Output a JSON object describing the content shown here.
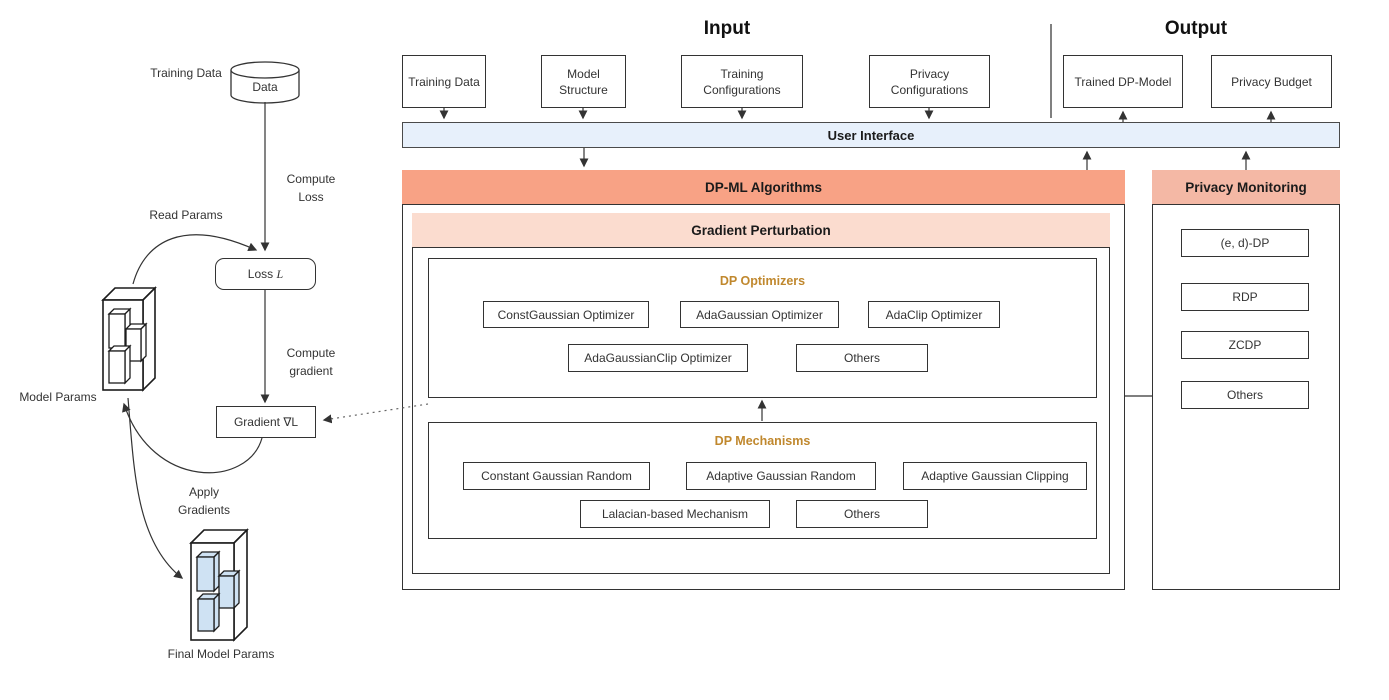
{
  "left_flow": {
    "training_data_label": "Training Data",
    "data_cylinder_label": "Data",
    "compute_loss_label": "Compute Loss",
    "read_params_label": "Read Params",
    "loss_box": {
      "label": "Loss",
      "symbol": "L"
    },
    "compute_gradient_label": "Compute gradient",
    "gradient_box": {
      "label": "Gradient",
      "symbol": "∇L"
    },
    "apply_gradients_label": "Apply Gradients",
    "model_params_label": "Model Params",
    "final_model_params_label": "Final Model Params"
  },
  "input_section": {
    "title": "Input",
    "boxes": [
      "Training Data",
      "Model Structure",
      "Training Configurations",
      "Privacy Configurations"
    ]
  },
  "output_section": {
    "title": "Output",
    "boxes": [
      "Trained DP-Model",
      "Privacy Budget"
    ]
  },
  "user_interface": {
    "label": "User Interface"
  },
  "dpml": {
    "title": "DP-ML Algorithms",
    "gradient_perturbation": {
      "title": "Gradient Perturbation",
      "dp_optimizers": {
        "title": "DP Optimizers",
        "items": [
          "ConstGaussian Optimizer",
          "AdaGaussian Optimizer",
          "AdaClip Optimizer",
          "AdaGaussianClip Optimizer",
          "Others"
        ]
      },
      "dp_mechanisms": {
        "title": "DP Mechanisms",
        "items": [
          "Constant Gaussian Random",
          "Adaptive Gaussian Random",
          "Adaptive Gaussian Clipping",
          "Lalacian-based Mechanism",
          "Others"
        ]
      }
    }
  },
  "privacy_monitoring": {
    "title": "Privacy Monitoring",
    "items": [
      "(e, d)-DP",
      "RDP",
      "ZCDP",
      "Others"
    ]
  },
  "colors": {
    "dpml_header": "#f8a285",
    "gradient_perturbation_header": "#fbdccf",
    "privacy_monitoring_header": "#f4b8a5",
    "user_interface_bar": "#e7f0fb",
    "cube_block_fill": "#cfe2f3",
    "section_title_gold": "#c0882e",
    "line_color": "#333333"
  }
}
